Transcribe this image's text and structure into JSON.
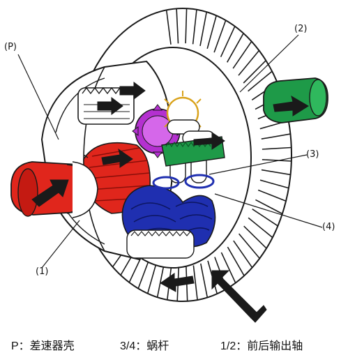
{
  "callouts": {
    "p": "(P)",
    "one": "(1)",
    "two": "(2)",
    "three": "(3)",
    "four": "(4)"
  },
  "legend": {
    "p": "P：差速器壳",
    "three_four": "3/4：蜗杆",
    "one_two": "1/2：前后输出轴"
  },
  "colors": {
    "outline": "#1a1a1a",
    "output_shaft_1": "#e0261c",
    "output_shaft_2": "#1e9a48",
    "worm_gears": "#1f2fb0",
    "top_gear": "#b430d0",
    "arrows": "#1a1a1a"
  }
}
